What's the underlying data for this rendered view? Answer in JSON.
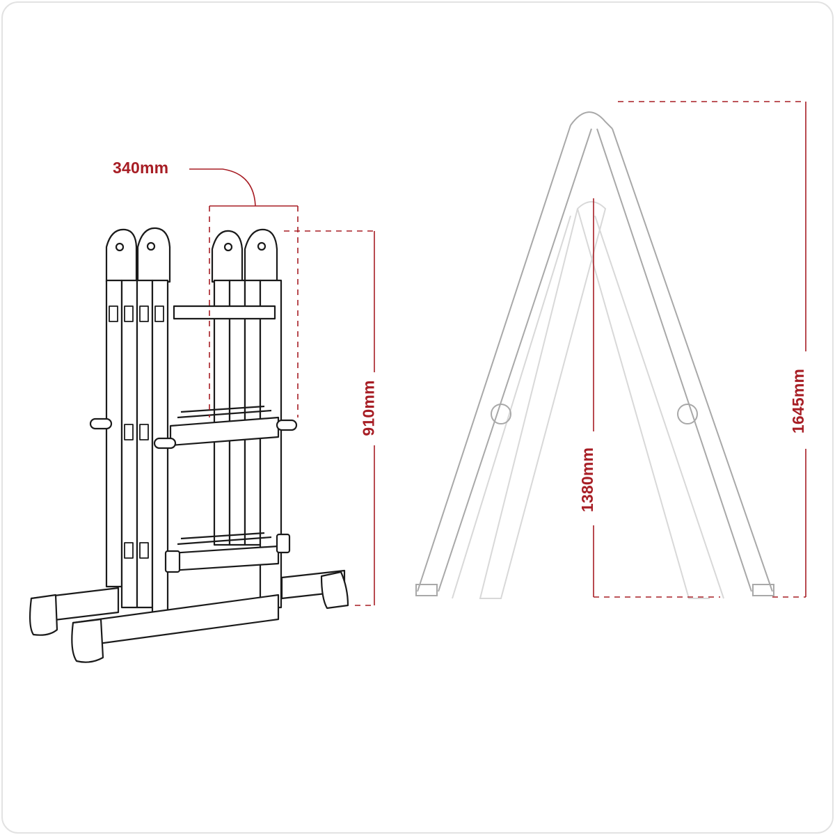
{
  "diagram": {
    "subject": "Folding multi-purpose aluminium ladder",
    "views": [
      {
        "id": "folded",
        "label": "Folded (storage) view, black line art"
      },
      {
        "id": "a-frame",
        "label": "Open A-frame view, grey line art"
      }
    ],
    "dimensions": {
      "width": "340mm",
      "folded_height": "910mm",
      "inner_height": "1380mm",
      "open_height": "1645mm"
    },
    "colors": {
      "dimension": "#a71d24",
      "line_art": "#1a1a1a",
      "ghost_line_art": "#a8a8a8",
      "ghost_line_art_light": "#d8d8d8",
      "frame_border": "#e2e2e2"
    }
  }
}
